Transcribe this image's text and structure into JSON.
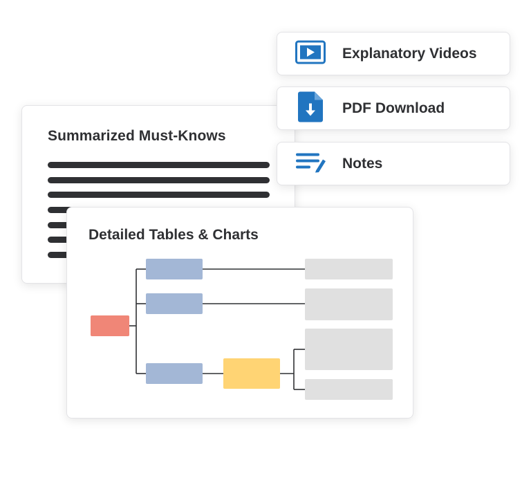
{
  "cards": {
    "summary_title": "Summarized Must-Knows",
    "tables_title": "Detailed Tables & Charts"
  },
  "features": [
    {
      "label": "Explanatory Videos",
      "icon": "play-video-icon"
    },
    {
      "label": "PDF Download",
      "icon": "pdf-download-icon"
    },
    {
      "label": "Notes",
      "icon": "notes-icon"
    }
  ],
  "colors": {
    "icon_blue": "#2175c0",
    "text": "#2f3033",
    "root_node": "#f08677",
    "branch_node": "#a3b7d6",
    "highlight_node": "#ffd474",
    "leaf_node": "#e0e0e0"
  }
}
